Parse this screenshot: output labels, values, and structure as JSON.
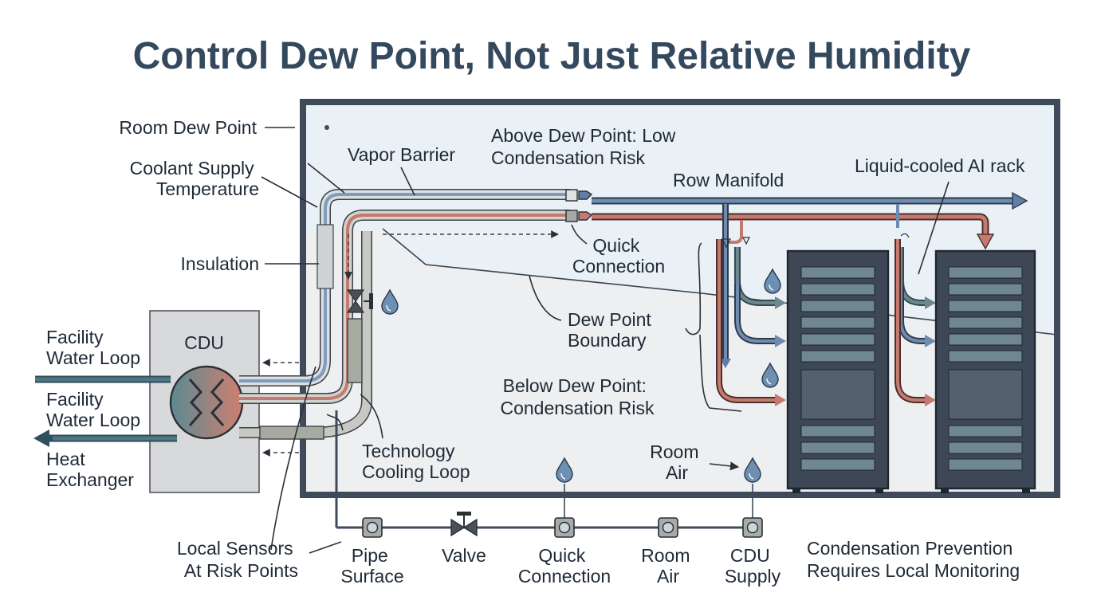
{
  "title": "Control Dew Point, Not Just Relative Humidity",
  "room": {
    "dew_point_label": "Room Dew Point",
    "above_zone": [
      "Above Dew Point: Low",
      "Condensation Risk"
    ],
    "below_zone": [
      "Below Dew Point:",
      "Condensation Risk"
    ],
    "boundary_label": [
      "Dew Point",
      "Boundary"
    ]
  },
  "labels": {
    "vapor_barrier": "Vapor Barrier",
    "coolant_supply": [
      "Coolant Supply",
      "Temperature"
    ],
    "insulation": "Insulation",
    "row_manifold": "Row Manifold",
    "rack": "Liquid-cooled AI rack",
    "quick_connection": [
      "Quick",
      "Connection"
    ],
    "technology_loop": [
      "Technology",
      "Cooling Loop"
    ],
    "room_air": [
      "Room",
      "Air"
    ],
    "facility_in": [
      "Facility",
      "Water Loop"
    ],
    "facility_out": [
      "Facility",
      "Water Loop"
    ],
    "heat_exchanger": [
      "Heat",
      "Exchanger"
    ],
    "local_sensors": [
      "Local Sensors",
      "At Risk Points"
    ]
  },
  "cdu": {
    "label": "CDU"
  },
  "sensor_bus": {
    "points": [
      {
        "label": [
          "Pipe",
          "Surface"
        ]
      },
      {
        "label": [
          "Valve"
        ]
      },
      {
        "label": [
          "Quick",
          "Connection"
        ]
      },
      {
        "label": [
          "Room",
          "Air"
        ]
      },
      {
        "label": [
          "CDU",
          "Supply"
        ]
      }
    ]
  },
  "footer_note": [
    "Condensation Prevention",
    "Requires Local Monitoring"
  ],
  "colors": {
    "title": "#34495e",
    "room_frame": "#3f4b5b",
    "room_above": "#e9f0f5",
    "room_below": "#eeeff0",
    "supply_pipe": "#6f8bb0",
    "return_pipe": "#c67a6f",
    "insulation": "#d9dbd8",
    "rack_body": "#3d4756",
    "rack_slot": "#6e8790",
    "cdu_box": "#d8d9db",
    "droplet": "#6d8fb2"
  }
}
